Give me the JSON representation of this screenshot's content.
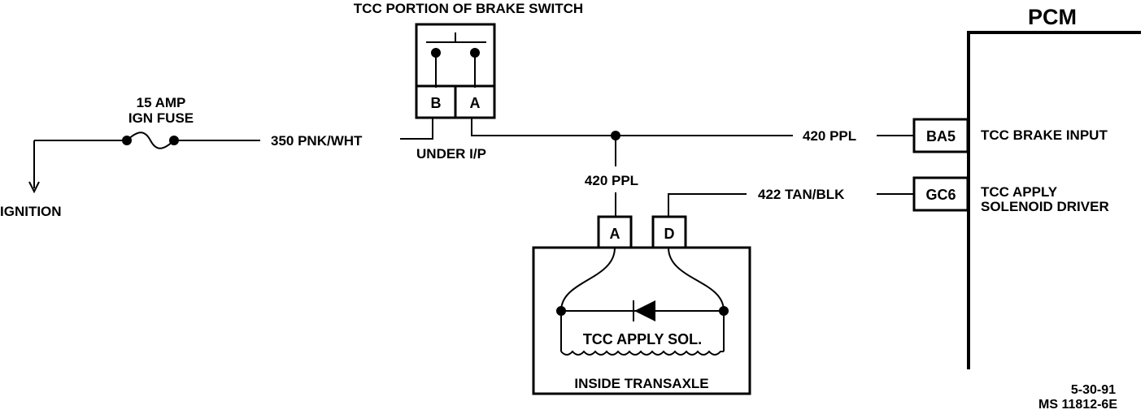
{
  "brake_switch": {
    "title": "TCC PORTION OF BRAKE SWITCH",
    "terminal_b": "B",
    "terminal_a": "A",
    "location": "UNDER I/P"
  },
  "fuse": {
    "line1": "15 AMP",
    "line2": "IGN FUSE"
  },
  "ignition_label": "IGNITION",
  "wires": {
    "fuse_to_switch": "350 PNK/WHT",
    "switch_to_pcm": "420 PPL",
    "splice_to_transaxle": "420 PPL",
    "driver_wire": "422 TAN/BLK"
  },
  "pcm": {
    "title": "PCM",
    "pin_brake": "BA5",
    "pin_brake_desc": "TCC BRAKE INPUT",
    "pin_driver": "GC6",
    "pin_driver_desc_1": "TCC APPLY",
    "pin_driver_desc_2": "SOLENOID DRIVER"
  },
  "transaxle": {
    "terminal_a": "A",
    "terminal_d": "D",
    "solenoid_label": "TCC APPLY SOL.",
    "box_label": "INSIDE TRANSAXLE"
  },
  "footer": {
    "date": "5-30-91",
    "code": "MS 11812-6E"
  }
}
